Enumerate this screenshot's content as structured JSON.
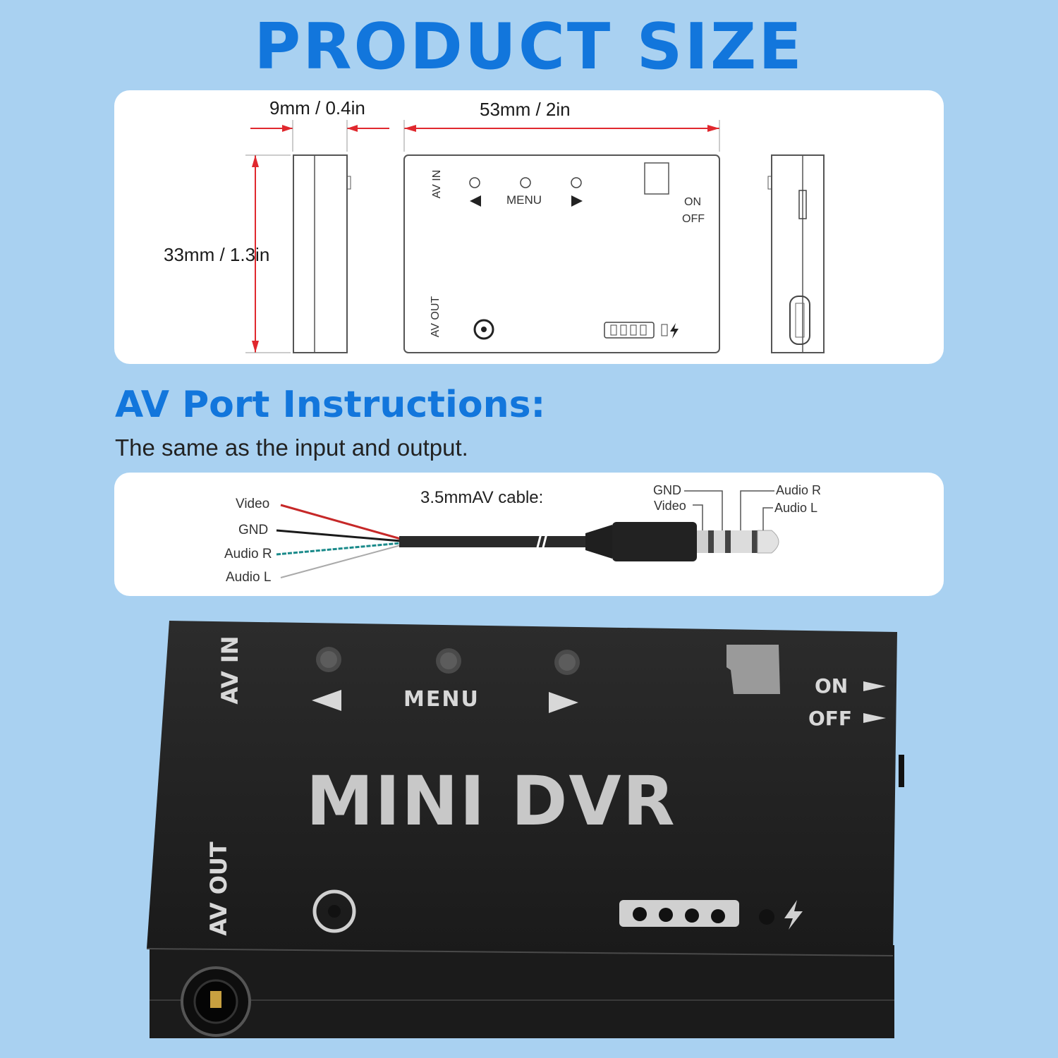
{
  "title": "PRODUCT SIZE",
  "dimensions": {
    "thickness": "9mm / 0.4in",
    "width": "53mm / 2in",
    "height": "33mm / 1.3in"
  },
  "drawing": {
    "av_in": "AV IN",
    "av_out": "AV OUT",
    "menu": "MENU",
    "on": "ON",
    "off": "OFF"
  },
  "av_section": {
    "heading": "AV Port Instructions:",
    "subtitle": "The same as the input and output.",
    "cable_label": "3.5mmAV cable:",
    "wires": [
      "Video",
      "GND",
      "Audio R",
      "Audio L"
    ],
    "plug_labels": {
      "gnd": "GND",
      "video": "Video",
      "audio_r": "Audio R",
      "audio_l": "Audio L"
    }
  },
  "device": {
    "name": "MINI DVR",
    "av_in": "AV IN",
    "av_out": "AV OUT",
    "menu": "MENU",
    "on": "ON",
    "off": "OFF"
  },
  "colors": {
    "accent": "#1276dc",
    "background": "#a9d1f1",
    "dimension_arrow": "#e0282e",
    "device_body": "#222222"
  }
}
